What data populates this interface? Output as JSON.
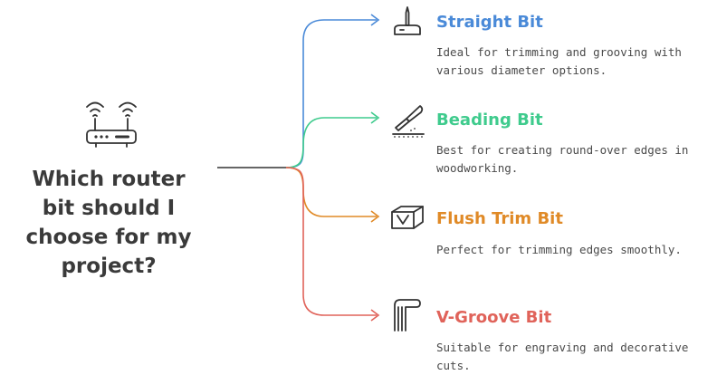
{
  "question": "Which router bit should I choose for my project?",
  "colors": {
    "trunk": "#333333",
    "text_dark": "#3a3a3a",
    "desc": "#4a4a4a"
  },
  "router_icon": "wifi-router-icon",
  "branches": [
    {
      "title": "Straight Bit",
      "description": "Ideal for trimming and grooving with various diameter options.",
      "color": "#4a8ad8",
      "icon": "straight-bit-icon"
    },
    {
      "title": "Beading Bit",
      "description": "Best for creating round-over edges in woodworking.",
      "color": "#3fcb8d",
      "icon": "carving-knife-icon"
    },
    {
      "title": "Flush Trim Bit",
      "description": "Perfect for trimming edges smoothly.",
      "color": "#e08a27",
      "icon": "block-icon"
    },
    {
      "title": "V-Groove Bit",
      "description": "Suitable for engraving and decorative cuts.",
      "color": "#e0635a",
      "icon": "v-groove-icon"
    }
  ]
}
